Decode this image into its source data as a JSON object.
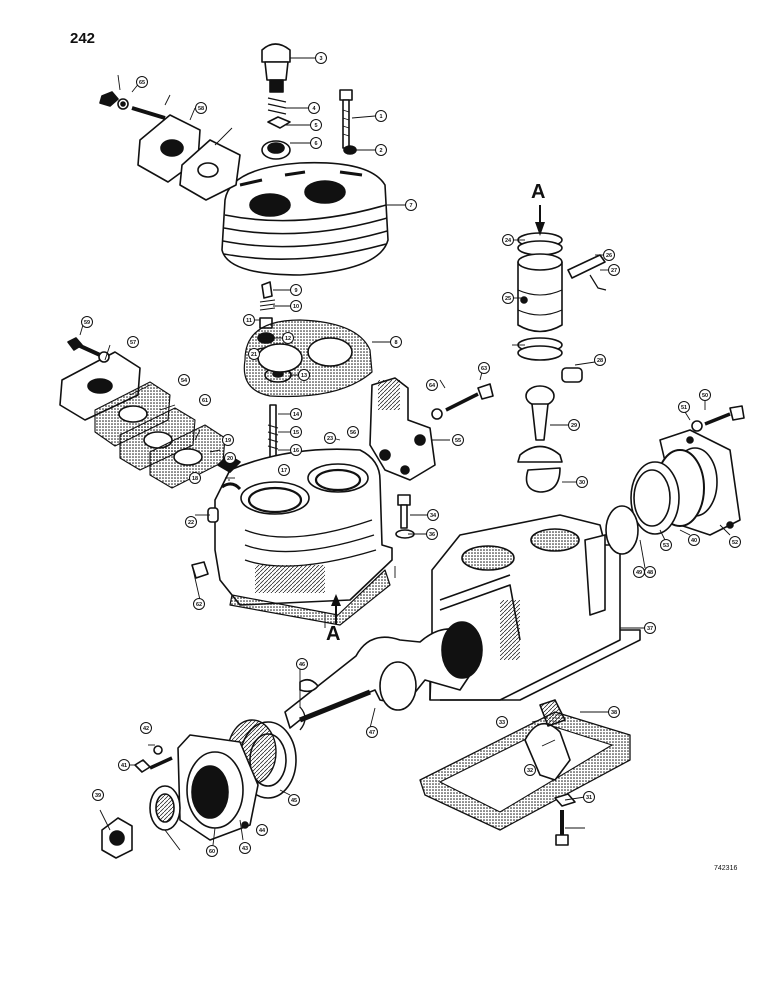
{
  "page_number": "242",
  "drawing_number": "742316",
  "section_label": "A",
  "callouts": [
    "1",
    "2",
    "3",
    "4",
    "5",
    "6",
    "7",
    "8",
    "9",
    "10",
    "11",
    "12",
    "13",
    "14",
    "15",
    "16",
    "17",
    "18",
    "19",
    "20",
    "21",
    "22",
    "23",
    "24",
    "25",
    "26",
    "27",
    "28",
    "29",
    "30",
    "31",
    "32",
    "33",
    "34",
    "36",
    "37",
    "38",
    "39",
    "40",
    "41",
    "42",
    "43",
    "44",
    "45",
    "46",
    "47",
    "48",
    "49",
    "50",
    "51",
    "52",
    "53",
    "54",
    "55",
    "56",
    "57",
    "58",
    "59",
    "60",
    "61",
    "62",
    "63",
    "64",
    "65"
  ],
  "colors": {
    "ink": "#111111",
    "paper": "#ffffff",
    "shade": "#555555"
  }
}
